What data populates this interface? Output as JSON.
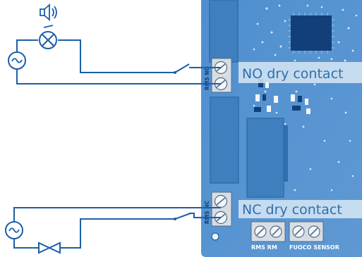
{
  "labels": {
    "no_contact": "NO dry contact",
    "nc_contact": "NC dry contact",
    "no_terminal": "RMS NO",
    "nc_terminal": "RMS NC",
    "rms_rm_terminal": "RMS RM",
    "fuoco_sensor_terminal": "FUOCO SENSOR"
  },
  "colors": {
    "board": "#4f8fcf",
    "board_dark": "#2f6fae",
    "board_light": "#9cc4e8",
    "label_band": "#d8e7f5",
    "wire": "#1d5ea8",
    "chip": "#123f7a",
    "terminal": "#d9dde1",
    "screw": "#7c8a96"
  },
  "icons": {
    "top_left": [
      "speaker-icon",
      "lamp-icon",
      "ac-source-icon"
    ],
    "bottom_left": [
      "ac-source-icon",
      "valve-icon"
    ]
  }
}
